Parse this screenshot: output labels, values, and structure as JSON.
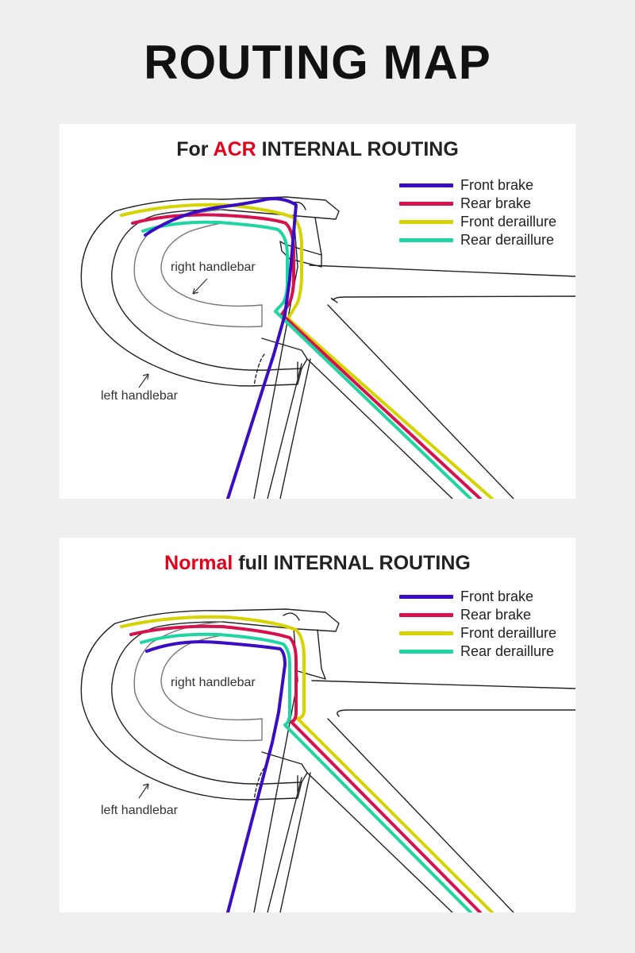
{
  "page": {
    "title": "ROUTING MAP"
  },
  "colors": {
    "front_brake": "#3a0dc4",
    "rear_brake": "#d6124d",
    "front_derailleur": "#d6d400",
    "rear_derailleur": "#1fd6a2",
    "accent_red": "#e4001b"
  },
  "legend": [
    {
      "label": "Front brake",
      "color": "#3a0dc4"
    },
    {
      "label": "Rear brake",
      "color": "#d6124d"
    },
    {
      "label": "Front deraillure",
      "color": "#d6d400"
    },
    {
      "label": "Rear deraillure",
      "color": "#1fd6a2"
    }
  ],
  "panels": {
    "acr": {
      "title_prefix": "For ",
      "title_highlight": "ACR",
      "title_suffix": " INTERNAL ROUTING",
      "right_label": "right handlebar",
      "left_label": "left handlebar"
    },
    "normal": {
      "title_prefix": "",
      "title_highlight": "Normal",
      "title_suffix": " full INTERNAL ROUTING",
      "right_label": "right handlebar",
      "left_label": "left handlebar"
    }
  }
}
